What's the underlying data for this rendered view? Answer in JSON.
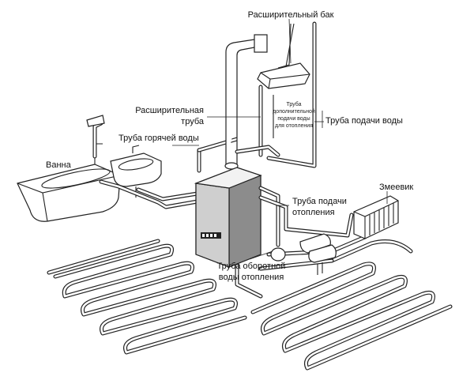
{
  "labels": {
    "expansion_tank": "Расширительный бак",
    "expansion_pipe_line1": "Расширительная",
    "expansion_pipe_line2": "труба",
    "hot_water_pipe": "Труба горячей воды",
    "bath": "Ванна",
    "extra_feed_line1": "Труба",
    "extra_feed_line2": "дополнительной",
    "extra_feed_line3": "подачи воды",
    "extra_feed_line4": "для отопления",
    "water_supply_pipe": "Труба подачи воды",
    "coil": "Змеевик",
    "heating_supply_line1": "Труба подачи",
    "heating_supply_line2": "отопления",
    "return_pipe_line1": "Труба оборотной",
    "return_pipe_line2": "воды отопления"
  },
  "colors": {
    "line": "#222222",
    "background": "#ffffff",
    "boiler_side": "#8c8c8c",
    "boiler_front": "#cfcfcf"
  }
}
